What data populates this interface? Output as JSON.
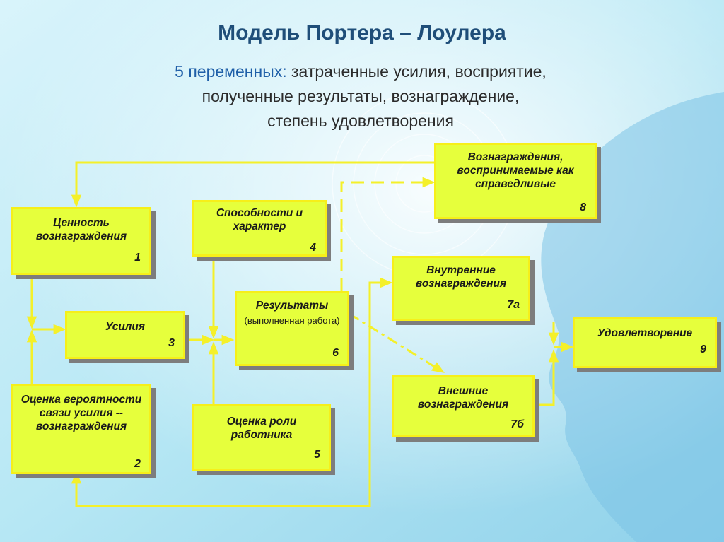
{
  "slide": {
    "title": "Модель Портера – Лоулера",
    "subtitle_lead": "5 переменных:",
    "subtitle_line1": " затраченные усилия, восприятие,",
    "subtitle_line2": "полученные результаты, вознаграждение,",
    "subtitle_line3": "степень удовлетворения"
  },
  "boxes": {
    "b1": {
      "label": "Ценность вознаграждения",
      "num": "1"
    },
    "b2": {
      "label": "Оценка вероятности связи усилия -- вознаграждения",
      "num": "2"
    },
    "b3": {
      "label": "Усилия",
      "num": "3"
    },
    "b4": {
      "label": "Способности и характер",
      "num": "4"
    },
    "b5": {
      "label": "Оценка роли работника",
      "num": "5"
    },
    "b6": {
      "label": "Результаты",
      "sublabel": "(выполненная работа)",
      "num": "6"
    },
    "b7a": {
      "label": "Внутренние вознаграждения",
      "num": "7а"
    },
    "b7b": {
      "label": "Внешние вознаграждения",
      "num": "7б"
    },
    "b8": {
      "label": "Вознаграждения, воспринимаемые как справедливые",
      "num": "8"
    },
    "b9": {
      "label": "Удовлетворение",
      "num": "9"
    }
  },
  "colors": {
    "box_fill": "#e6ff3c",
    "box_border": "#f6ef1a",
    "arrow": "#f4f02a",
    "shadow": "#7d7d7d",
    "title": "#1f4e79"
  }
}
